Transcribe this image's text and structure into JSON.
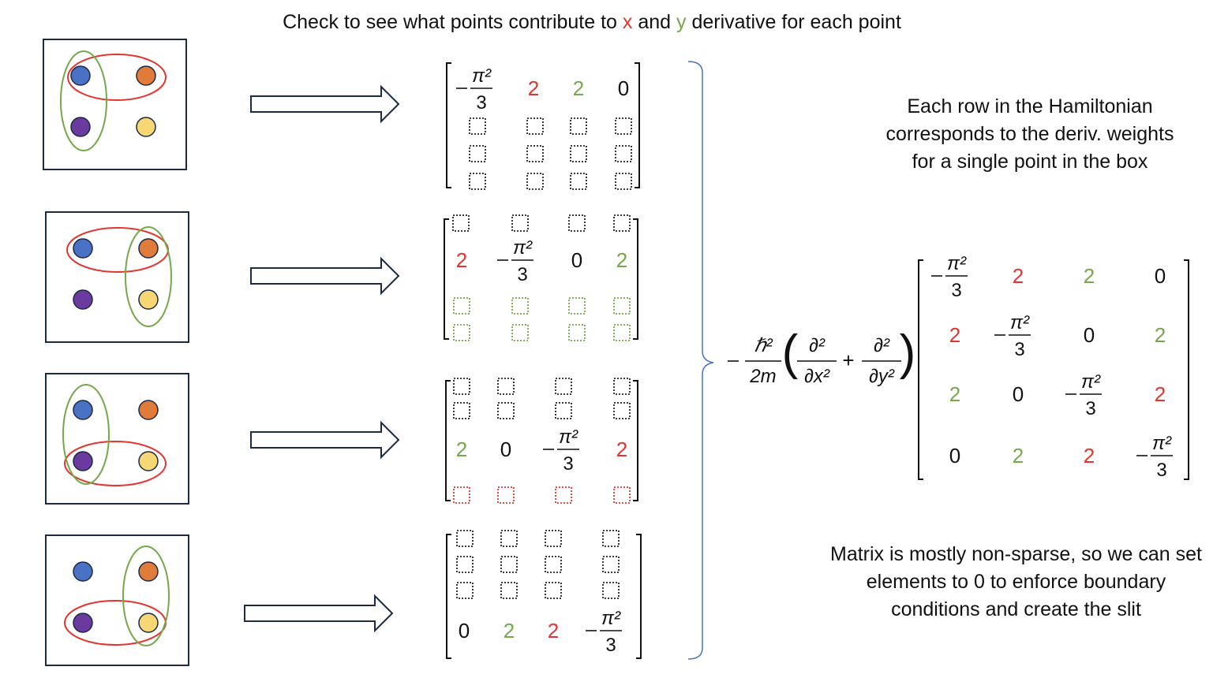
{
  "title": {
    "prefix": "Check to see what points contribute to ",
    "x_letter": "x",
    "middle": " and ",
    "y_letter": "y",
    "suffix": " derivative for each point"
  },
  "note_top": "Each row in the Hamiltonian corresponds to the deriv. weights for a single point in the box",
  "note_bottom": "Matrix is mostly non-sparse, so we can set elements to 0 to enforce boundary conditions and create the slit",
  "colors": {
    "red": "#e3342f",
    "green": "#74a84a",
    "blue": "#4a72c4",
    "orange": "#e07b39",
    "purple": "#6b3a9e",
    "yellow": "#f7d774"
  },
  "operator": {
    "hbar_sq": "ℏ²",
    "two_m": "2m",
    "d2": "∂²",
    "dx2": "∂x²",
    "dy2": "∂y²"
  },
  "pi_sq": "π²",
  "three": "3",
  "matrix_full": [
    [
      "-pi2/3",
      "2",
      "2",
      "0"
    ],
    [
      "2",
      "-pi2/3",
      "0",
      "2"
    ],
    [
      "2",
      "0",
      "-pi2/3",
      "2"
    ],
    [
      "0",
      "2",
      "2",
      "-pi2/3"
    ]
  ],
  "matrix_full_colors": [
    [
      "black",
      "red",
      "green",
      "black"
    ],
    [
      "red",
      "black",
      "black",
      "green"
    ],
    [
      "green",
      "black",
      "black",
      "red"
    ],
    [
      "black",
      "green",
      "red",
      "black"
    ]
  ]
}
